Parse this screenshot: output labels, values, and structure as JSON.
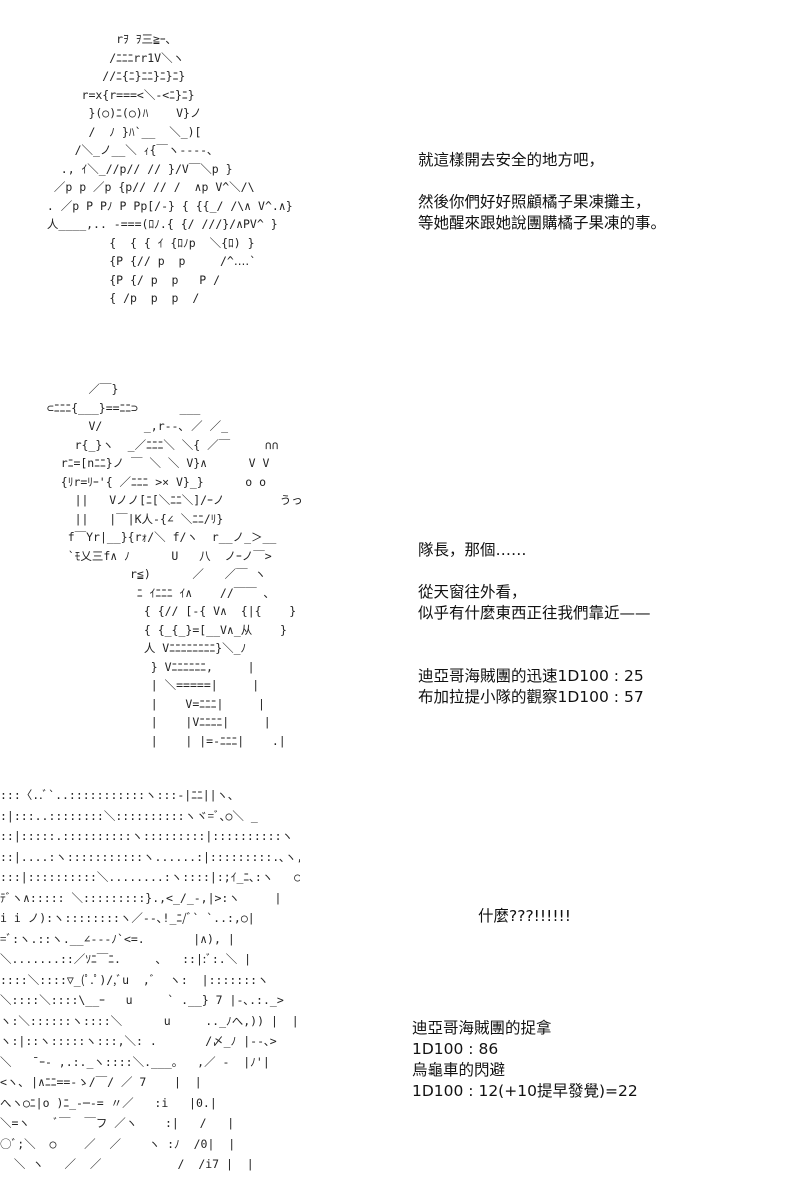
{
  "panel1": {
    "art": "           rｦ ｦ三≧ｰ､\n          /ﾆﾆﾆrr1V＼ヽ\n         //ﾆ{ﾆ}ﾆﾆ}ﾆ}ﾆ}\n      r=x{r===<＼-<ﾆ}ﾆ}\n       }(○)ﾆ(○)ﾊ    V}ノ\n       /  ﾉ }ﾊ`__  ＼_)[\n     /＼_ノ__＼ ｨ{￣ヽ----､\n   ., ｲ＼_//p// // }/V￣＼p }\n  ／p p ／p {p// // /  ∧p V^＼/\\\n . ／p P Pﾉ P Pp[/-} { {{_/ /\\∧ V^.∧}\n 人____,.. -===(ﾛﾉ.{ {/ ///}/∧PV^ }\n          {  { { ｲ {ﾛﾉp  ＼{ﾛ) }\n          {P {// p  p     /^‥‥`\n          {P {/ p  p   P /\n          { /p  p  p  /",
    "lines_a": [
      "就這樣開去安全的地方吧，"
    ],
    "lines_b": [
      "然後你們好好照顧橘子果凍攤主，",
      "等她醒來跟她說團購橘子果凍的事。"
    ]
  },
  "panel2": {
    "art": "       ／￣}\n ⊂ﾆﾆﾆ{___}==ﾆﾆ⊃      ___\n       V/      _,r--､ ／ ／_\n     r{_}ヽ  _／ﾆﾆﾆ＼ ＼{ ／￣     ∩∩\n   rﾆ=[nﾆﾆ}ノ ￣ ＼ ＼ V}∧      V V\n   {ﾘr=ﾘｰ'{ ／ﾆﾆﾆ >× V}_}      o o\n     ||   Vノノ[ﾆ[＼ﾆﾆ＼]/ｰノ        うっ\n     ||   |￣|K人-{∠ ＼ﾆﾆ/ﾘ}\n    f￣Yr|__}{rｫ/＼ f/ヽ  r__ノ_＞__\n    `ﾓ乂三f∧ ﾉ      U   八  ノｰノ￣>\n             r≦)      ／   ／￣ ヽ\n              ﾆ ｲﾆﾆﾆ ｲ∧    //￣￣ ､\n               { {// [-{ V∧  {|{    }\n               { {_{_}=[__V∧_从    }\n               人 Vﾆﾆﾆﾆﾆﾆﾆﾆ}＼_ﾉ\n                } Vﾆﾆﾆﾆﾆﾆ,     |\n                | ＼=====|     |\n                |    V=ﾆﾆﾆ|     |\n                |    |Vﾆﾆﾆﾆ|     |\n                |    | |=-ﾆﾆﾆ|    .|",
    "lines_a": [
      "隊長，那個……"
    ],
    "lines_b": [
      "從天窗往外看，",
      "似乎有什麼東西正往我們靠近——"
    ],
    "lines_c": [
      "迪亞哥海賊團的迅速1D100 : 25",
      "布加拉提小隊的觀察1D100 : 57"
    ]
  },
  "panel3": {
    "art": ":::〈..ﾞ`..:::::::::::ヽ:::-|ﾆﾆ||ヽ､\n:|:::..::::::::＼::::::::::ヽヾ=ﾞ､○＼ _\n::|:::::.::::::::::ヽ:::::::::|::::::::::ヽ  ヽ\n::|....:ヽ:::::::::::ヽ......:|:::::::::.､ヽ,○  ∧\n:::|::::::::::＼........:ヽ::::|:;ｲ_ﾆ､:ヽ   ○|\nﾃﾞヽ∧::::: ＼:::::::::}.,<_/_-,|>:ヽ     |\ni i ノ):ヽ::::::::ヽ／-‐､!_ﾆ/ﾞ` `..:,○|\n=ﾞ:ヽ.::ヽ.__∠--‐ﾉ`<=.       |∧), |\n＼.......::／ｿﾆ￣ﾆ.     ､   ::|:ﾞ:.＼ |\n::::＼::::▽_(ﾟ.ﾟ)/,ﾞu  ,ﾞ  ヽ:  |:::::::ヽ\n＼::::＼::::\\__ｰ   u     ` .__} 7 |-､.:._>\nヽ:＼::::::ヽ::::＼      u     .._ﾉへ,)) |  |\nヽ:|::ヽ:::::ヽ:::,＼: .       /〆_ﾉ |‐-､>\n＼   ̄ ｰ- ,.:._ヽ::::＼.___。  ,／ -  |ﾉ'|\n<ヽ､ |∧ﾆﾆ==-ゝ/￣/ ／ 7    |  |\nへヽ○ﾆ|o )ﾆ_-─-= 〃／   :i   |0.|\n＼=ヽ    ﾞ￣  ￣フ ／ヽ    :|   /   |\n○ﾞ;＼  ○    ／  ／    ヽ :ﾉ  /0|  |\n  ＼ ヽ   ／  ／           /  /i7 |  |",
    "lines_a": [
      "什麼???!!!!!!"
    ],
    "lines_b": [
      "迪亞哥海賊團的捉拿",
      "1D100 : 86",
      "烏龜車的閃避",
      "1D100 : 12(+10提早發覺)=22"
    ]
  }
}
